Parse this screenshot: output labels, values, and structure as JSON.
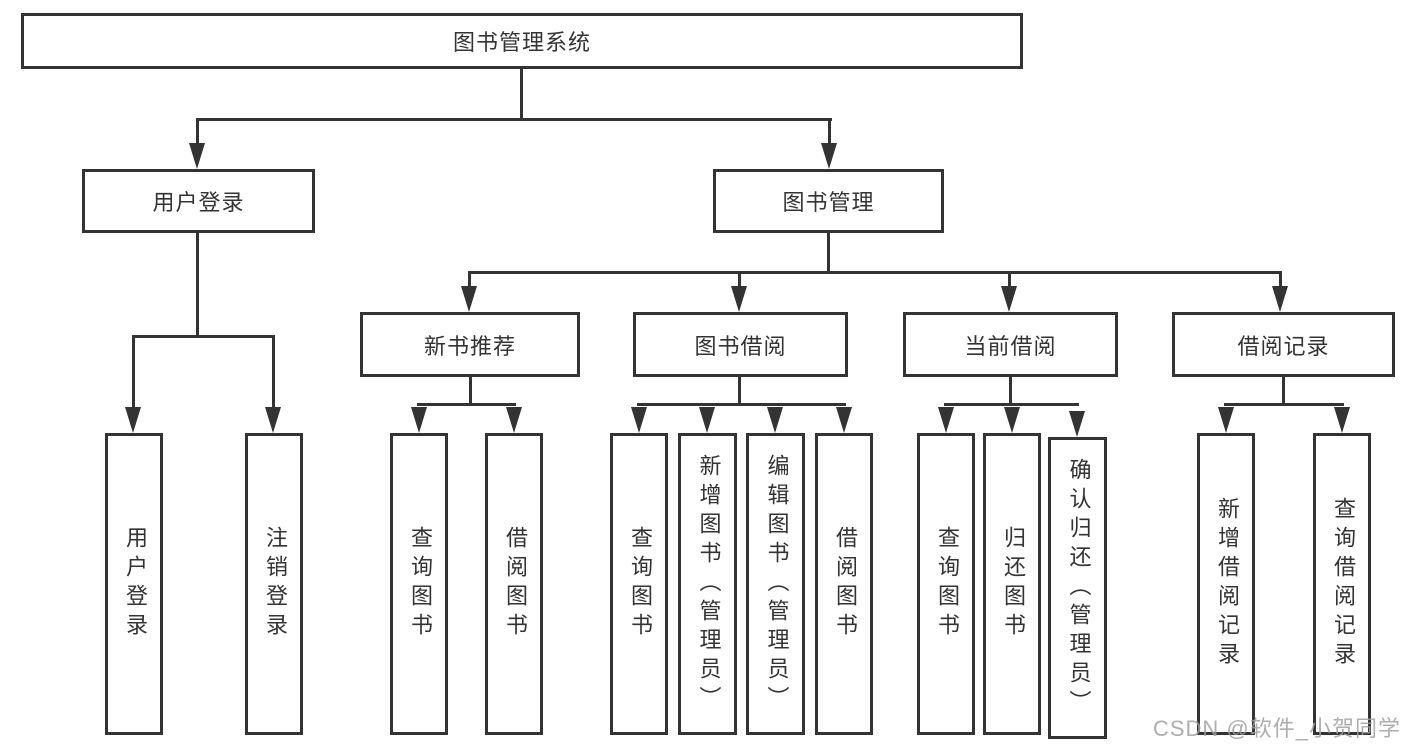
{
  "diagram": {
    "root": {
      "label": "图书管理系统"
    },
    "level2": [
      {
        "label": "用户登录"
      },
      {
        "label": "图书管理"
      }
    ],
    "level3": [
      {
        "label": "新书推荐",
        "parent": "图书管理"
      },
      {
        "label": "图书借阅",
        "parent": "图书管理"
      },
      {
        "label": "当前借阅",
        "parent": "图书管理"
      },
      {
        "label": "借阅记录",
        "parent": "图书管理"
      }
    ],
    "leaves": [
      {
        "label": "用户登录",
        "parent": "用户登录"
      },
      {
        "label": "注销登录",
        "parent": "用户登录"
      },
      {
        "label": "查询图书",
        "parent": "新书推荐"
      },
      {
        "label": "借阅图书",
        "parent": "新书推荐"
      },
      {
        "label": "查询图书",
        "parent": "图书借阅"
      },
      {
        "label": "新增图书（管理员）",
        "parent": "图书借阅"
      },
      {
        "label": "编辑图书（管理员）",
        "parent": "图书借阅"
      },
      {
        "label": "借阅图书",
        "parent": "图书借阅"
      },
      {
        "label": "查询图书",
        "parent": "当前借阅"
      },
      {
        "label": "归还图书",
        "parent": "当前借阅"
      },
      {
        "label": "确认归还（管理员）",
        "parent": "当前借阅"
      },
      {
        "label": "新增借阅记录",
        "parent": "借阅记录"
      },
      {
        "label": "查询借阅记录",
        "parent": "借阅记录"
      }
    ],
    "colors": {
      "line": "#333333",
      "text": "#333333",
      "background": "#ffffff",
      "watermark": "#a0a0a0"
    }
  },
  "watermark": {
    "text": "CSDN @软件_小贺同学"
  }
}
